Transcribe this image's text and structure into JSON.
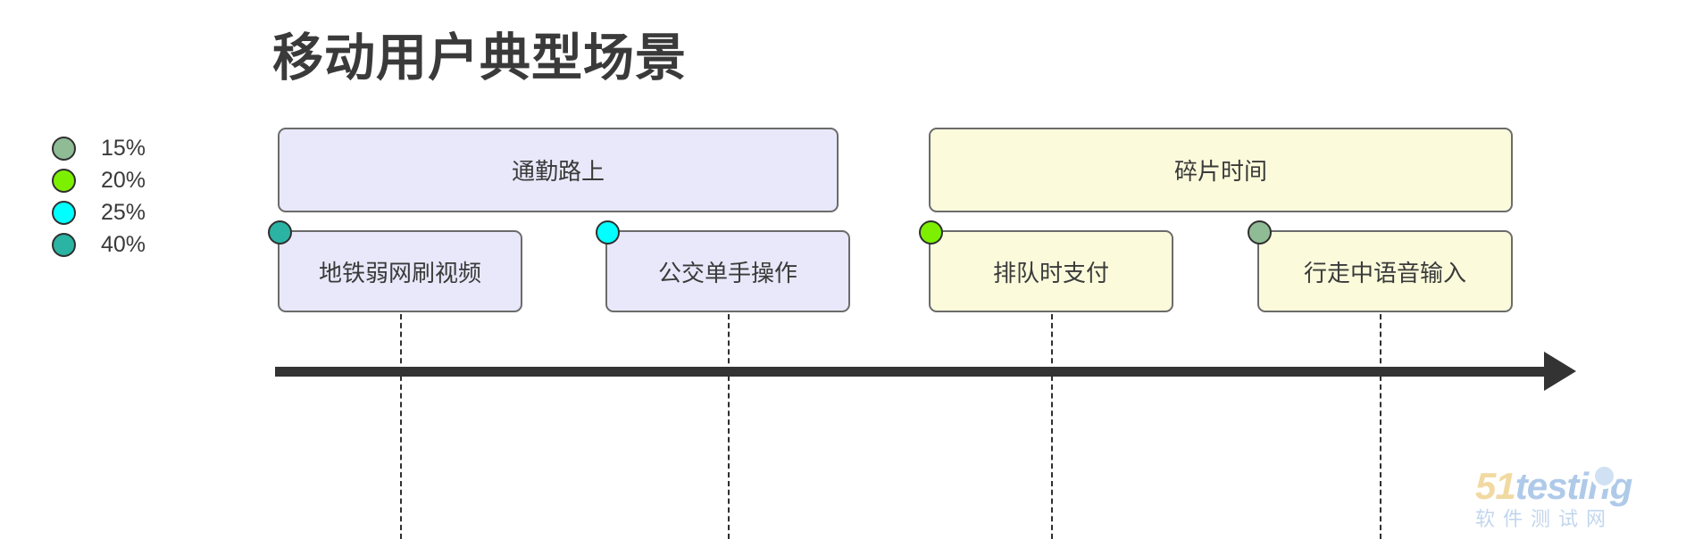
{
  "page": {
    "title": "移动用户典型场景",
    "background": "#ffffff",
    "text_color": "#3a3a3a",
    "border_color": "#6b6b6b",
    "axis_color": "#333333"
  },
  "legend": {
    "items": [
      {
        "label": "15%",
        "color": "#8fbb95",
        "icon": "circle-marker-icon"
      },
      {
        "label": "20%",
        "color": "#7cf000",
        "icon": "circle-marker-icon"
      },
      {
        "label": "25%",
        "color": "#00ffff",
        "icon": "circle-marker-icon"
      },
      {
        "label": "40%",
        "color": "#2bb3a3",
        "icon": "circle-marker-icon"
      }
    ]
  },
  "timeline": {
    "axis_label": "",
    "arrow_icon": "arrow-right-icon",
    "phases": [
      {
        "label": "通勤路上",
        "fill": "#e8e8fa"
      },
      {
        "label": "碎片时间",
        "fill": "#fbfbdc"
      }
    ],
    "events": [
      {
        "label": "地铁弱网刷视频",
        "fill": "#e8e8fa",
        "dot_color": "#2bb3a3",
        "dot_value": "40%"
      },
      {
        "label": "公交单手操作",
        "fill": "#e8e8fa",
        "dot_color": "#00ffff",
        "dot_value": "25%"
      },
      {
        "label": "排队时支付",
        "fill": "#fbfbdc",
        "dot_color": "#7cf000",
        "dot_value": "20%"
      },
      {
        "label": "行走中语音输入",
        "fill": "#fbfbdc",
        "dot_color": "#8fbb95",
        "dot_value": "15%"
      }
    ]
  },
  "watermark": {
    "brand_51": "51",
    "brand_testing": "testing",
    "subtitle": "软件测试网"
  },
  "chart_data": {
    "type": "timeline",
    "title": "移动用户典型场景",
    "legend_title": "",
    "categories": [
      "通勤路上",
      "碎片时间"
    ],
    "series": [
      {
        "name": "通勤路上",
        "events": [
          {
            "name": "地铁弱网刷视频",
            "value": 40,
            "unit": "%",
            "color": "#2bb3a3"
          },
          {
            "name": "公交单手操作",
            "value": 25,
            "unit": "%",
            "color": "#00ffff"
          }
        ]
      },
      {
        "name": "碎片时间",
        "events": [
          {
            "name": "排队时支付",
            "value": 20,
            "unit": "%",
            "color": "#7cf000"
          },
          {
            "name": "行走中语音输入",
            "value": 15,
            "unit": "%",
            "color": "#8fbb95"
          }
        ]
      }
    ],
    "legend_entries": [
      "15%",
      "20%",
      "25%",
      "40%"
    ],
    "legend_position": "left",
    "grid": false,
    "xlabel": "",
    "ylabel": ""
  }
}
